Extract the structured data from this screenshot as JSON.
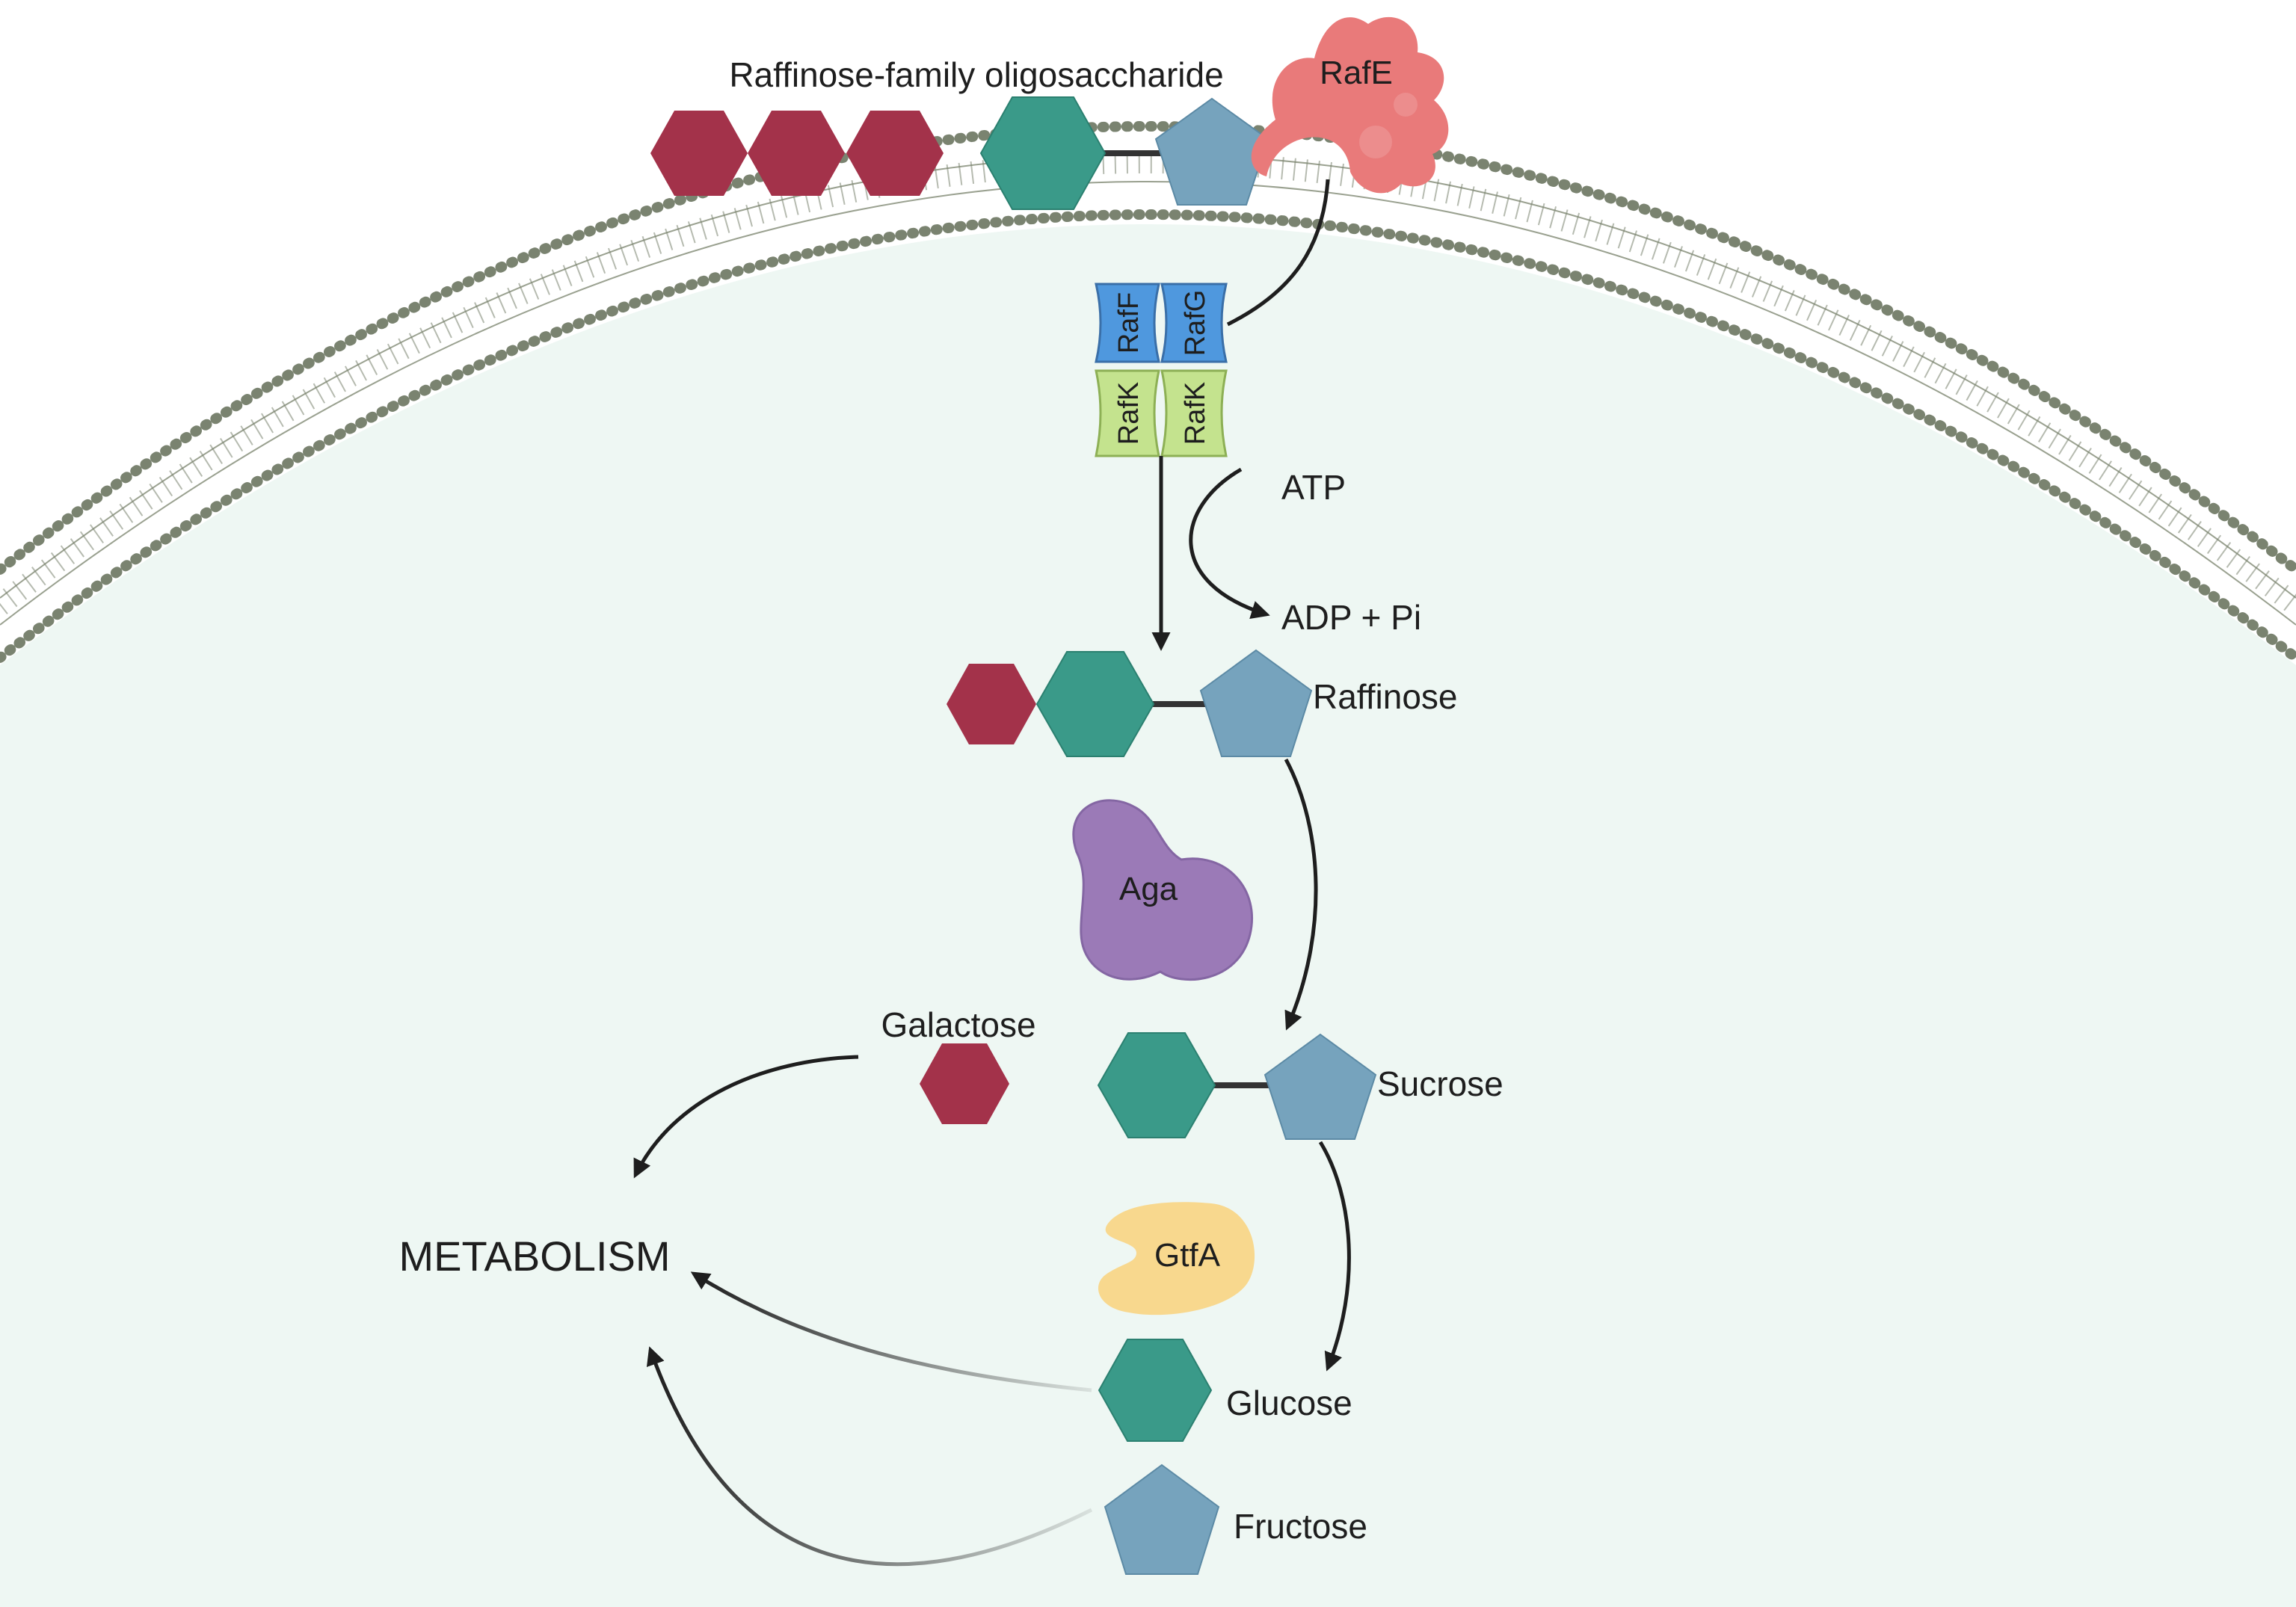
{
  "labels": {
    "rfo": "Raffinose-family oligosaccharide",
    "atp": "ATP",
    "adp": "ADP + Pi",
    "raffinose": "Raffinose",
    "galactose": "Galactose",
    "sucrose": "Sucrose",
    "glucose": "Glucose",
    "fructose": "Fructose",
    "metabolism": "METABOLISM"
  },
  "proteins": {
    "rafE": "RafE",
    "rafF": "RafF",
    "rafG": "RafG",
    "rafK1": "RafK",
    "rafK2": "RafK",
    "aga": "Aga",
    "gtfA": "GtfA"
  },
  "colors": {
    "galactose": "#a3324a",
    "glucose": "#3a9a89",
    "fructose": "#76a3bd",
    "rafE": "#e97a7a",
    "transporter": "#4f98de",
    "atpase": "#c4e38e",
    "aga": "#9b7ab7",
    "gtfA": "#f8d88e",
    "cytoplasm": "#eef7f3",
    "membrane": "#7a8370"
  }
}
